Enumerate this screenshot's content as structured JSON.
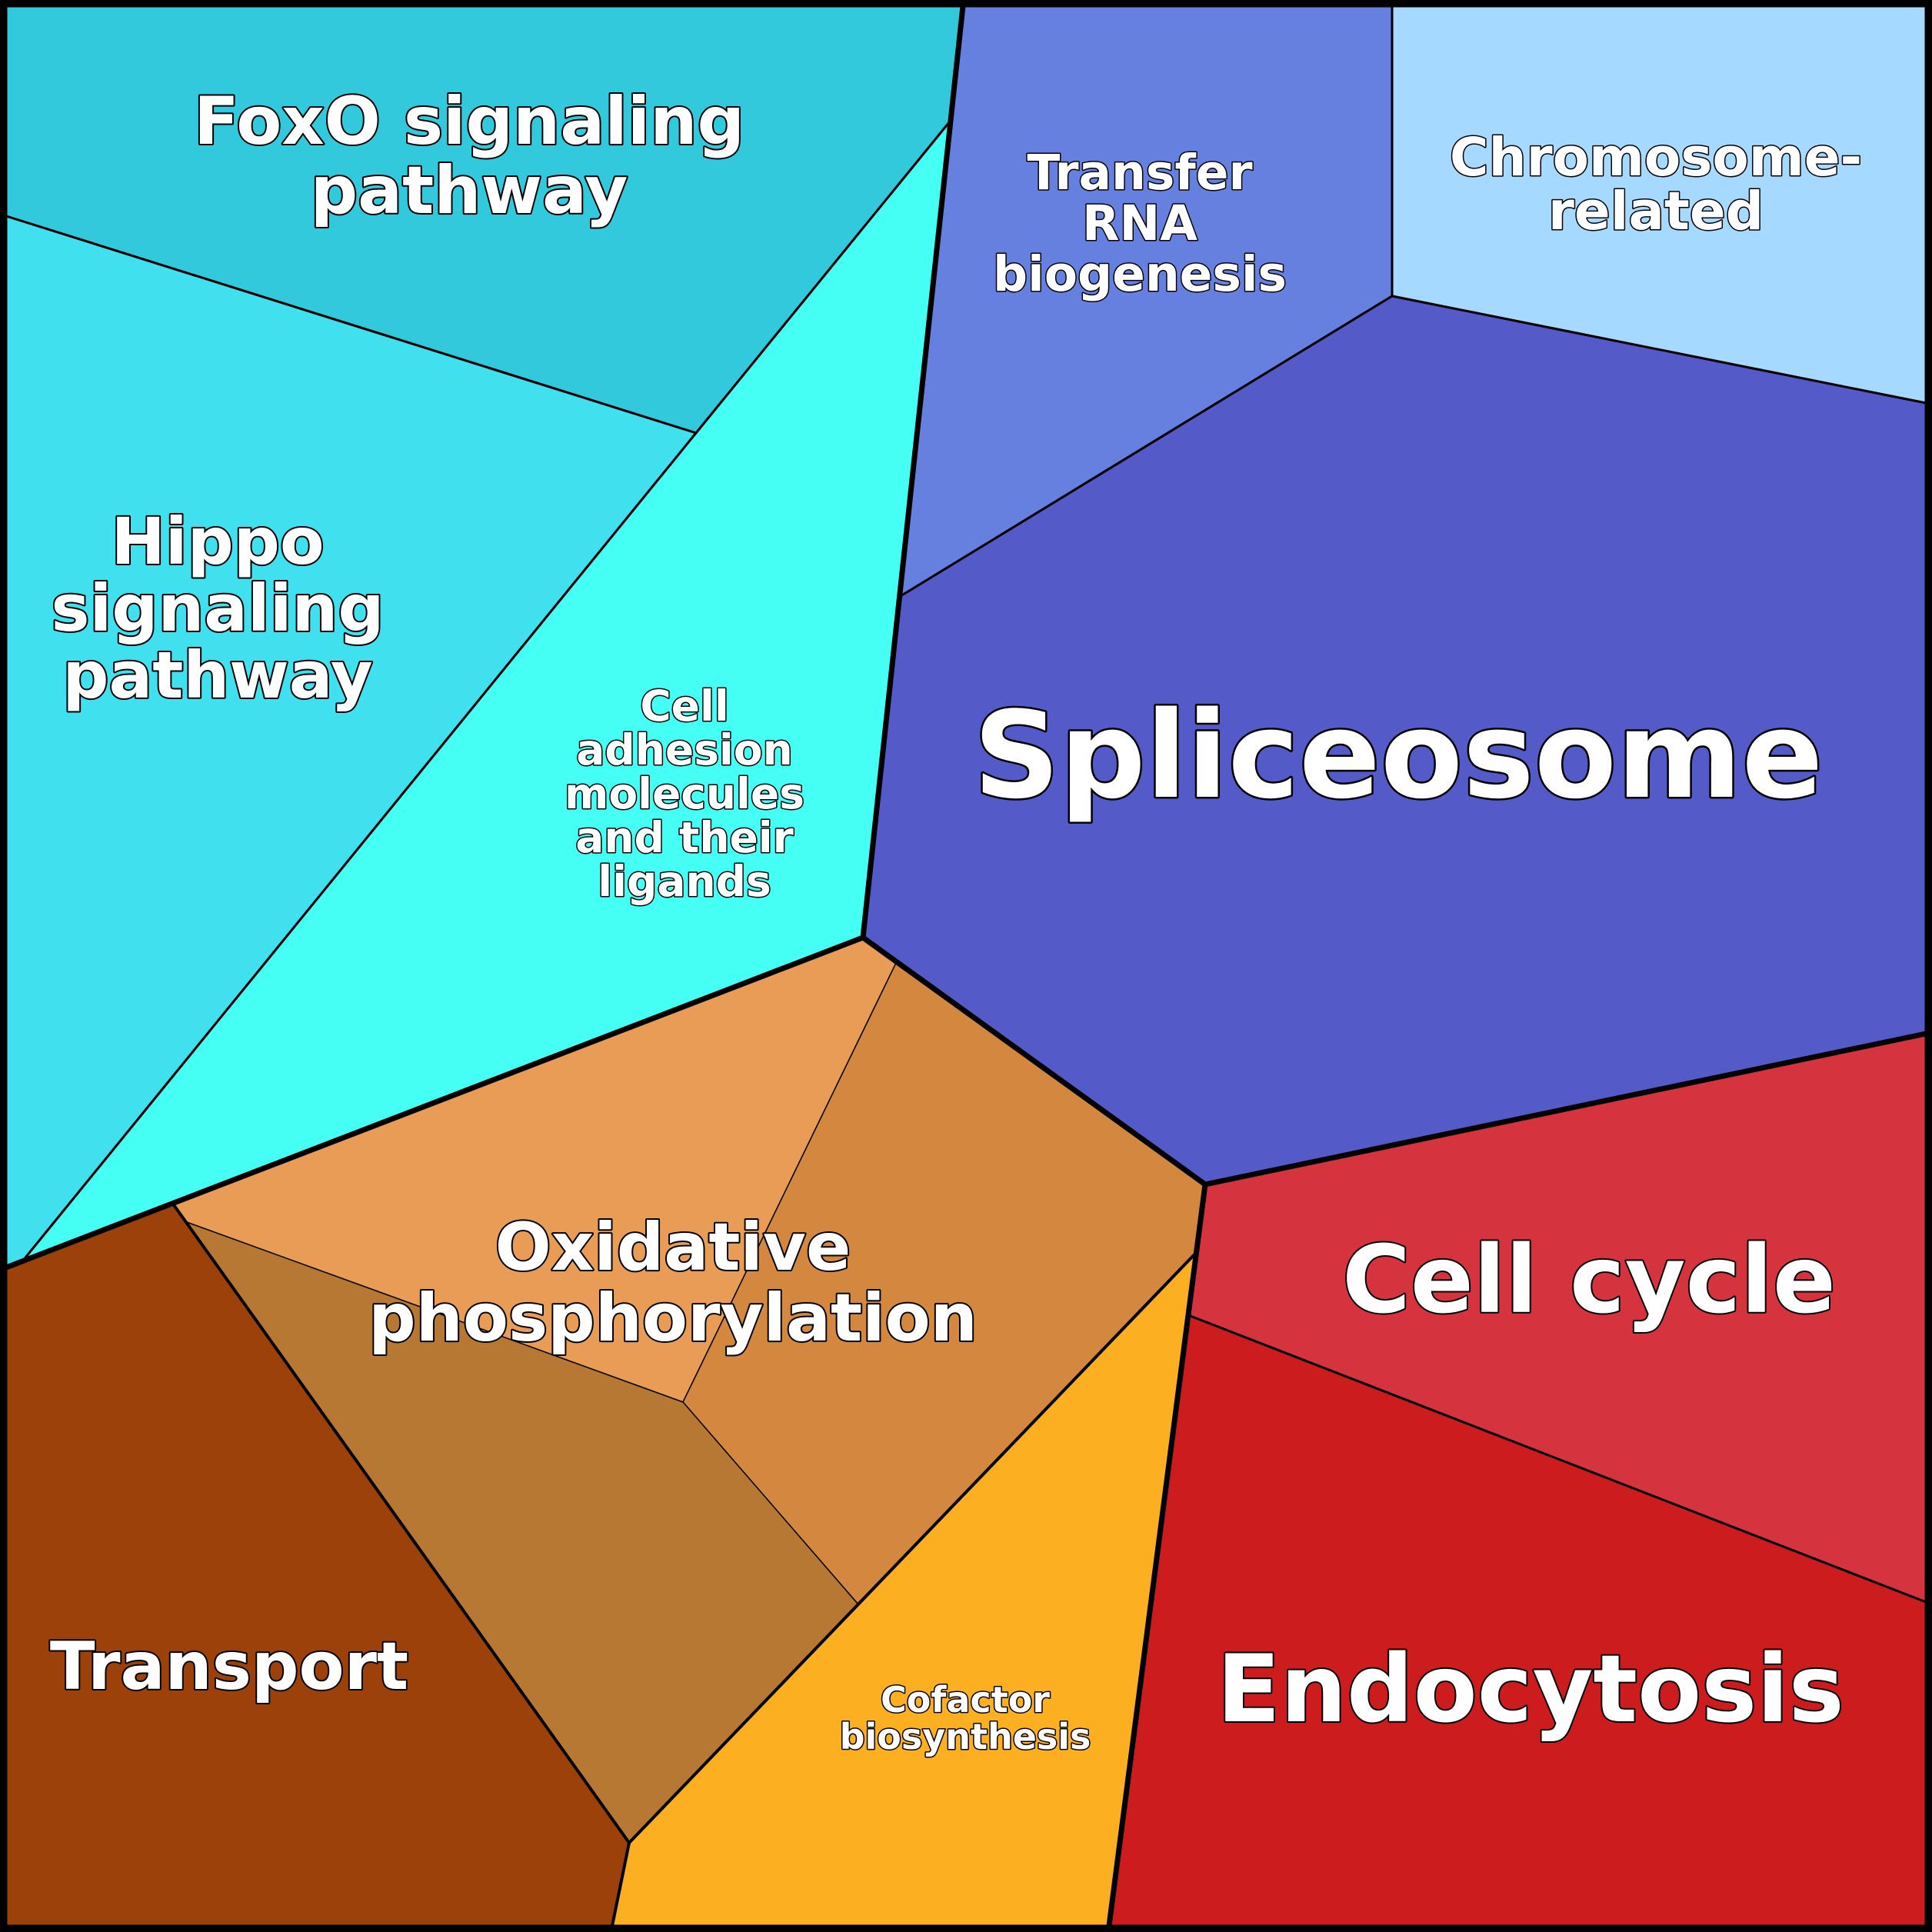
{
  "colors": {
    "foxo": "#31C9DB",
    "hippo": "#40E0EF",
    "cell_adhesion": "#45FFF5",
    "trna": "#6680DF",
    "chromosome": "#A5D9FF",
    "spliceosome": "#545BC9",
    "oxphos_top": "#E89C55",
    "oxphos_right": "#D4883F",
    "oxphos_left": "#B67833",
    "transport": "#9D410A",
    "cofactor": "#FDAF22",
    "cell_cycle": "#D5343F",
    "endocytosis": "#CC1C1D",
    "border": "#000000",
    "label": "#FFFFFF"
  },
  "labels": {
    "foxo": [
      "FoxO signaling",
      "pathway"
    ],
    "hippo": [
      "Hippo",
      "signaling",
      "pathway"
    ],
    "cell_adhesion": [
      "Cell",
      "adhesion",
      "molecules",
      "and their",
      "ligands"
    ],
    "trna": [
      "Transfer",
      "RNA",
      "biogenesis"
    ],
    "chromosome": [
      "Chromosome-",
      "related"
    ],
    "spliceosome": [
      "Spliceosome"
    ],
    "oxphos": [
      "Oxidative",
      "phosphorylation"
    ],
    "transport": [
      "Transport"
    ],
    "cofactor": [
      "Cofactor",
      "biosynthesis"
    ],
    "cell_cycle": [
      "Cell cycle"
    ],
    "endocytosis": [
      "Endocytosis"
    ]
  }
}
